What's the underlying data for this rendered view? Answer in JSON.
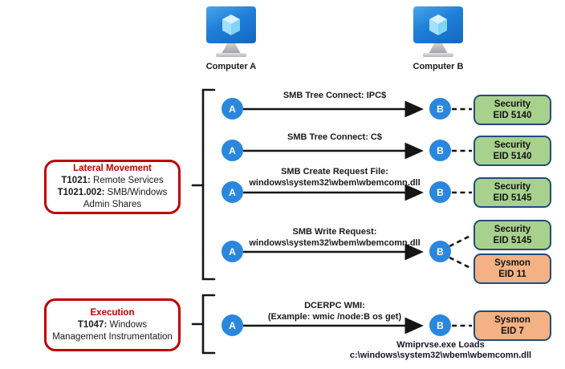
{
  "computers": [
    {
      "label": "Computer A"
    },
    {
      "label": "Computer B"
    }
  ],
  "tactic_boxes": [
    {
      "title": "Lateral Movement",
      "entries": [
        {
          "code": "T1021:",
          "text": " Remote Services"
        },
        {
          "code": "T1021.002:",
          "text": " SMB/Windows Admin Shares"
        }
      ]
    },
    {
      "title": "Execution",
      "entries": [
        {
          "code": "T1047:",
          "text": " Windows Management Instrumentation"
        }
      ]
    }
  ],
  "flows": [
    {
      "source": "A",
      "target": "B",
      "label": [
        "SMB Tree Connect: IPC$"
      ],
      "events": [
        {
          "channel": "Security",
          "eid": "EID 5140",
          "color": "green"
        }
      ]
    },
    {
      "source": "A",
      "target": "B",
      "label": [
        "SMB Tree Connect: C$"
      ],
      "events": [
        {
          "channel": "Security",
          "eid": "EID 5140",
          "color": "green"
        }
      ]
    },
    {
      "source": "A",
      "target": "B",
      "label": [
        "SMB Create Request File:",
        "windows\\system32\\wbem\\wbemcomn.dll"
      ],
      "events": [
        {
          "channel": "Security",
          "eid": "EID 5145",
          "color": "green"
        }
      ]
    },
    {
      "source": "A",
      "target": "B",
      "label": [
        "SMB Write Request:",
        "windows\\system32\\wbem\\wbemcomn.dll"
      ],
      "events": [
        {
          "channel": "Security",
          "eid": "EID 5145",
          "color": "green"
        },
        {
          "channel": "Sysmon",
          "eid": "EID 11",
          "color": "orange"
        }
      ]
    },
    {
      "source": "A",
      "target": "B",
      "label": [
        "DCERPC WMI:",
        "(Example: wmic /node:B os get)"
      ],
      "events": [
        {
          "channel": "Sysmon",
          "eid": "EID 7",
          "color": "orange"
        }
      ]
    }
  ],
  "footnote": [
    "Wmiprvse.exe Loads",
    "c:\\windows\\system32\\wbem\\wbemcomn.dll"
  ],
  "colors": {
    "accent_red": "#c00000",
    "node_blue": "#2b87dd",
    "event_green": "#a9d18e",
    "event_orange": "#f4b183",
    "event_border": "#1f4e79",
    "monitor_blue": "#1f7fd9"
  }
}
